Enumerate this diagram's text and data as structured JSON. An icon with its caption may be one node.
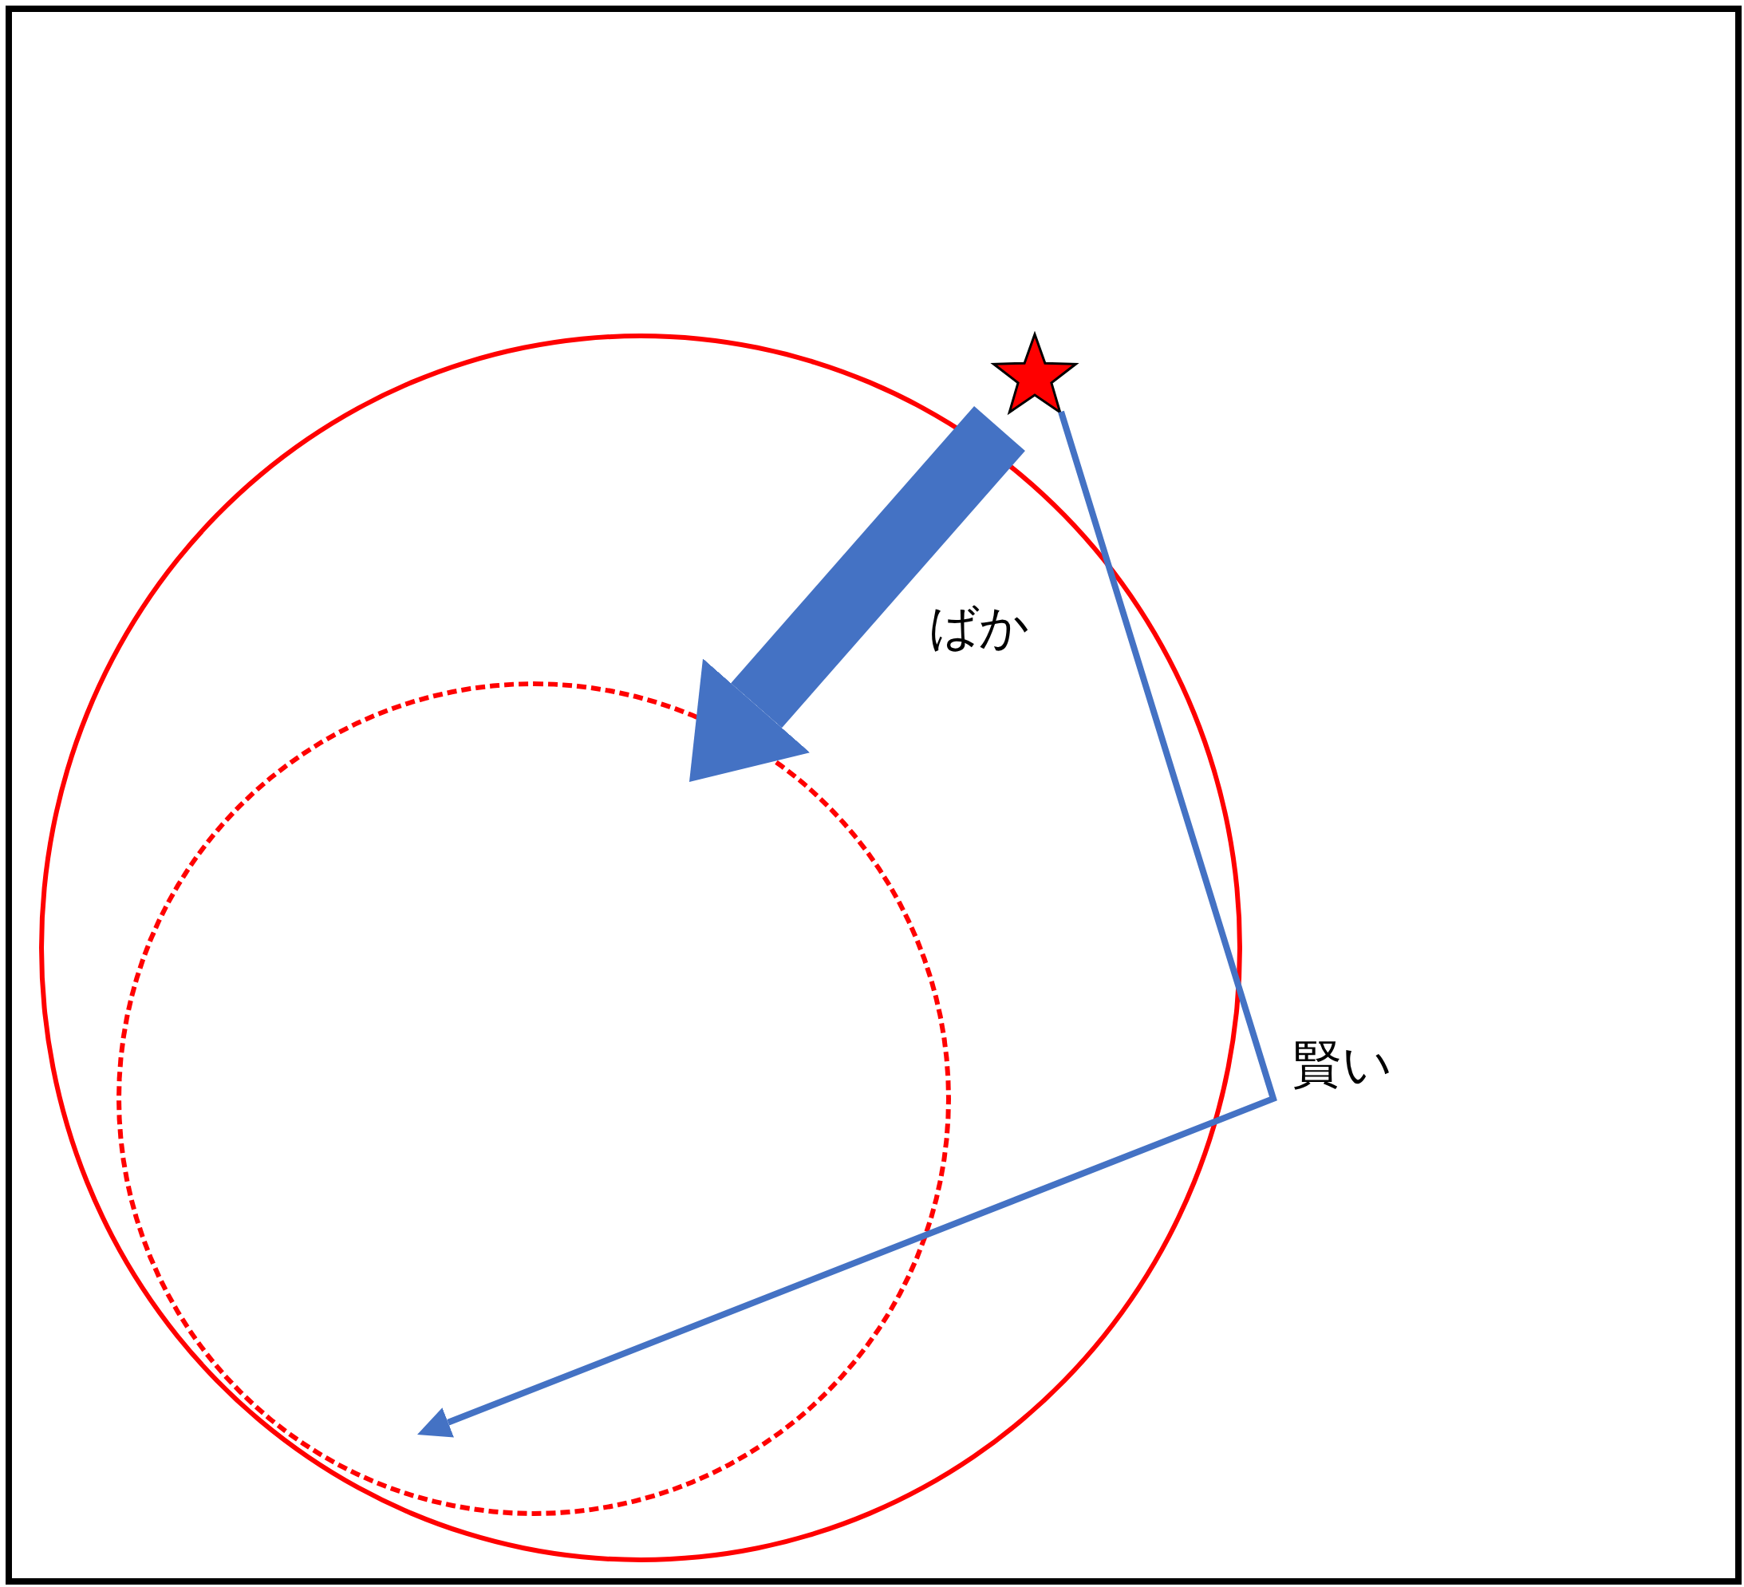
{
  "diagram": {
    "nodes": [
      {
        "text": [],
        "shape": "star",
        "in": 1
      },
      {
        "text": [],
        "shape": "circle"
      },
      {
        "text": [],
        "shape": "circle",
        "in": 1
      }
    ],
    "edges": [
      {
        "from": 0,
        "to": 2,
        "arrow": "to",
        "label": "ばか",
        "style": "thick"
      },
      {
        "from": 0,
        "to": 2,
        "arrow": "to",
        "label": "賢い"
      }
    ]
  }
}
